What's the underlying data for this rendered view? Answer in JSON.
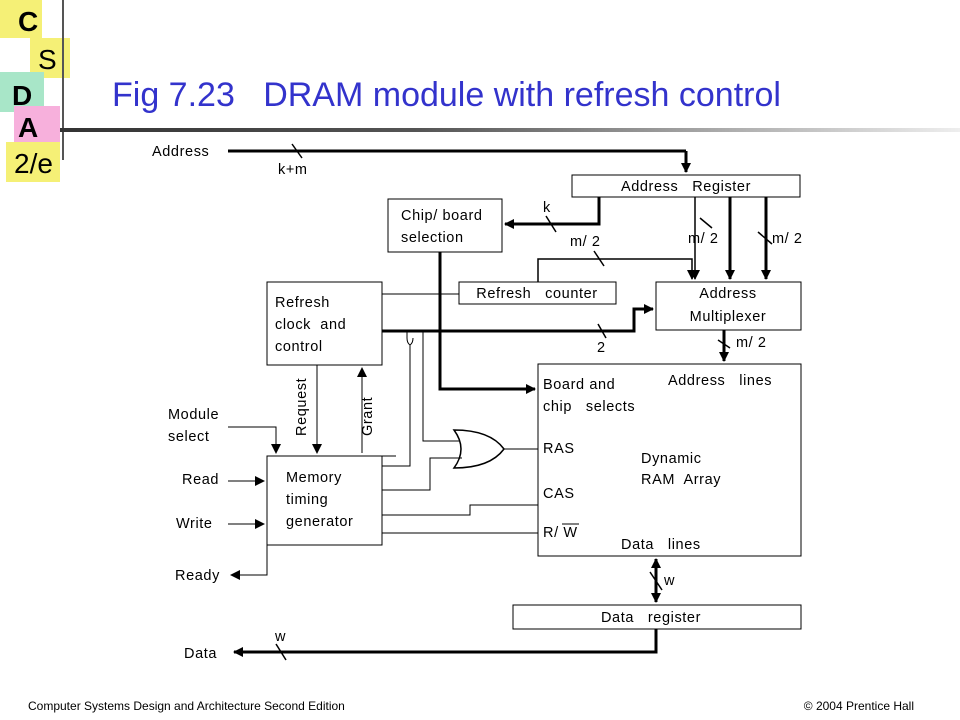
{
  "logo": {
    "c": "C",
    "s": "S",
    "d": "D",
    "a": "A",
    "edition": "2/e"
  },
  "title": "Fig 7.23   DRAM module with refresh control",
  "footer": {
    "left": "Computer Systems Design and Architecture Second Edition",
    "right": "© 2004 Prentice Hall"
  },
  "diagram": {
    "address": "Address",
    "km": "k+m",
    "address_register": "Address   Register",
    "k": "k",
    "chip_board_1": "Chip/ board",
    "chip_board_2": "selection",
    "m2_a": "m/ 2",
    "m2_b": "m/ 2",
    "m2_c": "m/ 2",
    "m2_d": "m/ 2",
    "refresh_1": "Refresh",
    "refresh_2": "clock  and",
    "refresh_3": "control",
    "refresh_counter": "Refresh   counter",
    "addr_mux_1": "Address",
    "addr_mux_2": "Multiplexer",
    "two": "2",
    "board_chip_1": "Board and",
    "board_chip_2": "chip   selects",
    "address_lines": "Address   lines",
    "module_1": "Module",
    "module_2": "select",
    "ras": "RAS",
    "cas": "CAS",
    "rw": "R/ W",
    "dram_1": "Dynamic",
    "dram_2": "RAM  Array",
    "data_lines": "Data   lines",
    "read": "Read",
    "write": "Write",
    "ready": "Ready",
    "mtg_1": "Memory",
    "mtg_2": "timing",
    "mtg_3": "generator",
    "w_a": "w",
    "w_b": "w",
    "data_register": "Data   register",
    "data": "Data",
    "vert_1": "Request",
    "vert_2": "Grant"
  }
}
